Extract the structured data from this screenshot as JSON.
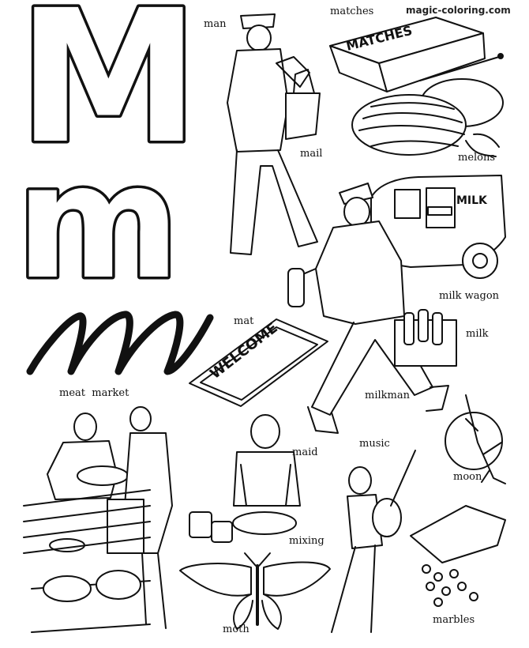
{
  "watermark": "magic-coloring.com",
  "letters": {
    "upper": "M",
    "lower": "m"
  },
  "labels": {
    "man": "man",
    "matches": "matches",
    "mail": "mail",
    "melons": "melons",
    "milk_wagon": "milk wagon",
    "milk": "milk",
    "mat": "mat",
    "milkman": "milkman",
    "meat_market": "meat  market",
    "maid": "maid",
    "music": "music",
    "moon": "moon",
    "mixing": "mixing",
    "moth": "moth",
    "marbles": "marbles"
  },
  "artwork_text": {
    "matchbox": "MATCHES",
    "truck_sign": "MILK",
    "doormat": "WELCOME"
  },
  "colors": {
    "ink": "#111111",
    "paper": "#ffffff"
  }
}
